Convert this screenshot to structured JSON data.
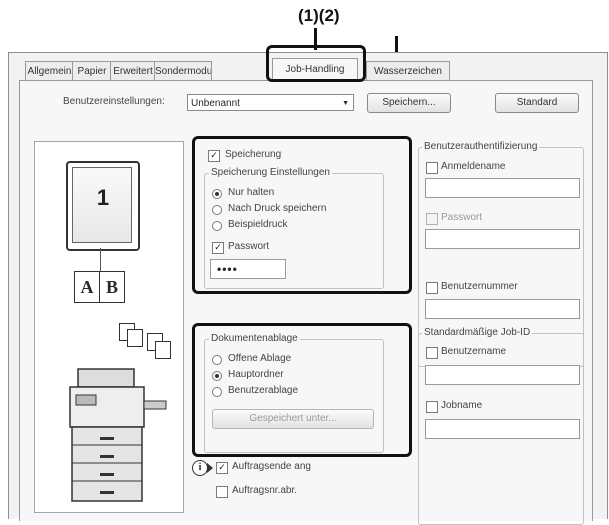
{
  "callout_top": "(1)(2)",
  "tabs": [
    "Allgemein",
    "Papier",
    "Erweitert",
    "Sondermodu",
    "Job-Handling",
    "Wasserzeichen"
  ],
  "settings": {
    "label": "Benutzereinstellungen:",
    "value": "Unbenannt",
    "save_button": "Speichern...",
    "standard_button": "Standard"
  },
  "preview": {
    "page_number": "1",
    "book_a": "A",
    "book_b": "B"
  },
  "storage": {
    "checkbox_label": "Speicherung",
    "group_title": "Speicherung Einstellungen",
    "options": [
      "Nur halten",
      "Nach Druck speichern",
      "Beispieldruck"
    ],
    "selected_index": 0,
    "password_label": "Passwort",
    "password_value": "••••"
  },
  "filing": {
    "group_title": "Dokumentenablage",
    "options": [
      "Offene Ablage",
      "Hauptordner",
      "Benutzerablage"
    ],
    "selected_index": 1,
    "save_as_button": "Gespeichert unter..."
  },
  "job_options": {
    "print_job_label": "Auftragsende ang",
    "print_job_checked": true,
    "print_job_info": "i",
    "job_no_label": "Auftragsnr.abr."
  },
  "auth": {
    "group_title": "Benutzerauthentifizierung",
    "login_label": "Anmeldename",
    "password_label": "Passwort",
    "user_number_label": "Benutzernummer"
  },
  "job_id": {
    "group_title": "Standardmäßige Job-ID",
    "username_label": "Benutzername",
    "jobname_label": "Jobname"
  },
  "colors": {
    "highlight": "#111111",
    "window_bg": "#f2f2f2"
  }
}
